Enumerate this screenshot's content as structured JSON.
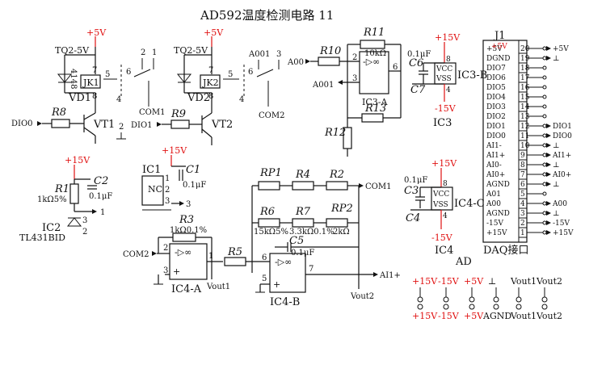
{
  "title": "AD592温度检测电路 11",
  "supplies": {
    "p5v": "+5V",
    "p15v": "+15V",
    "m15v": "-15V"
  },
  "relay1": {
    "name": "TQ2-5V",
    "diode": "4148",
    "jk": "JK1",
    "vd": "VD1",
    "pins": [
      "7",
      "8",
      "5",
      "6",
      "4",
      "2",
      "1"
    ],
    "com": "COM1",
    "switch_labels": [
      "2",
      "1"
    ]
  },
  "relay2": {
    "name": "TQ2-5V",
    "jk": "JK2",
    "vd": "VD2",
    "pins": [
      "7",
      "8",
      "5",
      "6",
      "4",
      "3"
    ],
    "com": "COM2",
    "switch_labels": [
      "A001",
      "3"
    ]
  },
  "transistors": {
    "vt1": "VT1",
    "vt2": "VT2",
    "r8": "R8",
    "r9": "R9",
    "dio0": "DIO0",
    "dio1": "DIO1",
    "vt1_pin2": "2"
  },
  "ic3a": {
    "r10": "R10",
    "r11": "R11",
    "r11_val": "10kΩ",
    "r12": "R12",
    "r13": "R13",
    "a00": "A00",
    "a001": "A001",
    "label": "IC3-A",
    "pins": [
      "2",
      "3",
      "6"
    ],
    "opamp": "-▷∞"
  },
  "ic3": {
    "cap": "0.1μF",
    "c6": "C6",
    "c7": "C7",
    "vcc": "VCC",
    "vss": "VSS",
    "name": "IC3-B",
    "p8": "8",
    "p4": "4",
    "label": "IC3"
  },
  "ic4c": {
    "cap": "0.1μF",
    "c3": "C3",
    "c4": "C4",
    "vcc": "VCC",
    "vss": "VSS",
    "name": "IC4-C",
    "p8": "8",
    "p4": "4",
    "label": "IC4"
  },
  "daq": {
    "j1": "J1",
    "label": "DAQ接口",
    "pins": [
      {
        "n": "20",
        "name": "+5V",
        "out": "+5V"
      },
      {
        "n": "19",
        "name": "DGND",
        "out": "⊥"
      },
      {
        "n": "18",
        "name": "DIO7",
        "out": ""
      },
      {
        "n": "17",
        "name": "DIO6",
        "out": ""
      },
      {
        "n": "16",
        "name": "DIO5",
        "out": ""
      },
      {
        "n": "15",
        "name": "DIO4",
        "out": ""
      },
      {
        "n": "14",
        "name": "DIO3",
        "out": ""
      },
      {
        "n": "13",
        "name": "DIO2",
        "out": ""
      },
      {
        "n": "12",
        "name": "DIO1",
        "out": "DIO1"
      },
      {
        "n": "11",
        "name": "DIO0",
        "out": "DIO0"
      },
      {
        "n": "10",
        "name": "AI1-",
        "out": "⊥"
      },
      {
        "n": "9",
        "name": "AI1+",
        "out": "AI1+"
      },
      {
        "n": "8",
        "name": "AI0-",
        "out": "⊥"
      },
      {
        "n": "7",
        "name": "AI0+",
        "out": "AI0+"
      },
      {
        "n": "6",
        "name": "AGND",
        "out": "⊥"
      },
      {
        "n": "5",
        "name": "A01",
        "out": ""
      },
      {
        "n": "4",
        "name": "A00",
        "out": "A00"
      },
      {
        "n": "3",
        "name": "AGND",
        "out": "⊥"
      },
      {
        "n": "2",
        "name": "-15V",
        "out": "-15V"
      },
      {
        "n": "1",
        "name": "+15V",
        "out": "+15V"
      }
    ]
  },
  "ref": {
    "r1": "R1",
    "r1_val": "1kΩ5%",
    "c2": "C2",
    "c2_val": "0.1μF",
    "ic2": "IC2",
    "part": "TL431BID",
    "p1": "1",
    "p2": "2",
    "p3": "3"
  },
  "ic1": {
    "name": "IC1",
    "c1": "C1",
    "c1_val": "0.1μF",
    "nc": "NC",
    "pins": [
      "1",
      "2",
      "3"
    ],
    "out": "3"
  },
  "amp_chain": {
    "rp1": "RP1",
    "r4": "R4",
    "r2": "R2",
    "com1": "COM1",
    "r6": "R6",
    "r7": "R7",
    "rp2": "RP2",
    "r6_val": "15kΩ5%",
    "r7_val": "3.3kΩ0.1%",
    "rp2_val": "2kΩ",
    "c5": "C5",
    "c5_val": "0.1μF",
    "r3": "R3",
    "r3_val": "1kΩ0.1%",
    "r5": "R5",
    "com2": "COM2",
    "ic4a": "IC4-A",
    "ic4b": "IC4-B",
    "vout1": "Vout1",
    "vout2": "Vout2",
    "ai1": "AI1+",
    "pins_a": [
      "2",
      "3",
      "1"
    ],
    "pins_b": [
      "6",
      "5",
      "7"
    ],
    "opamp": "-▷∞",
    "plus": "+"
  },
  "connector": {
    "label": "AD",
    "top": [
      "+15V",
      "-15V",
      "+5V",
      "⊥",
      "Vout1",
      "Vout2"
    ],
    "bottom": [
      "+15V",
      "-15V",
      "+5V",
      "AGND",
      "Vout1",
      "Vout2"
    ]
  }
}
